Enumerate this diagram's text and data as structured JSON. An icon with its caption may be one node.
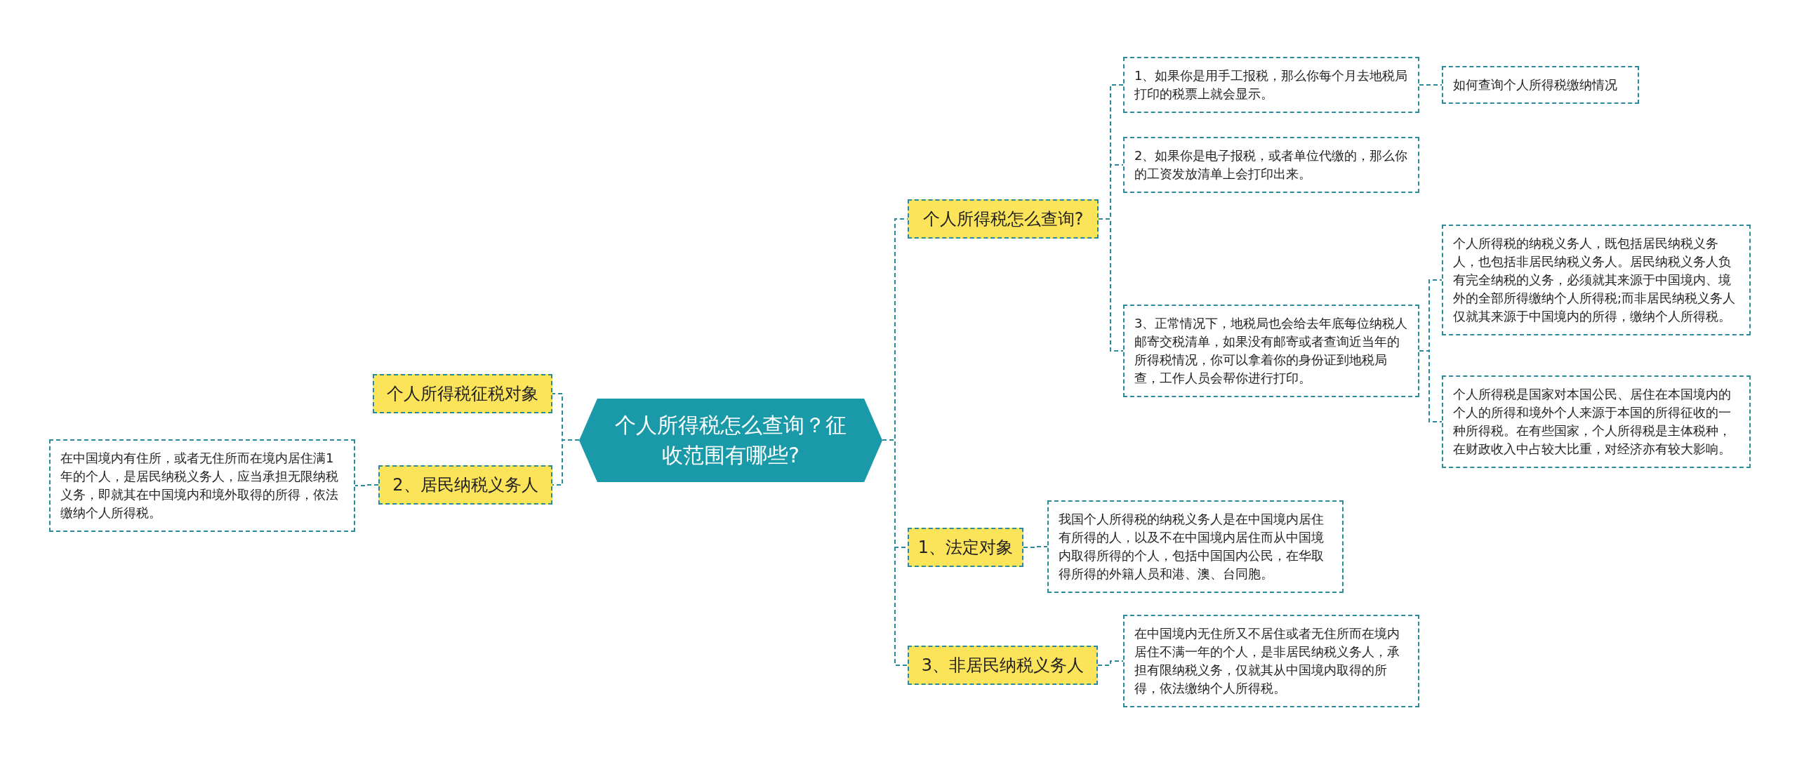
{
  "diagram": {
    "nodes": [
      {
        "text": [
          "个人所得税怎么查询？征收范围有哪些?"
        ]
      },
      {
        "text": [
          "个人所得税征税对象"
        ]
      },
      {
        "text": [
          "2、居民纳税义务人"
        ]
      },
      {
        "text": [
          "在中国境内有住所，或者无住所而在境内居住满1年的个人，是居民纳税义务人，应当承担无限纳税义务，即就其在中国境内和境外取得的所得，依法缴纳个人所得税。"
        ]
      },
      {
        "text": [
          "个人所得税怎么查询?"
        ]
      },
      {
        "text": [
          "1、如果你是用手工报税，那么你每个月去地税局打印的税票上就会显示。"
        ]
      },
      {
        "text": [
          "如何查询个人所得税缴纳情况"
        ]
      },
      {
        "text": [
          "2、如果你是电子报税，或者单位代缴的，那么你的工资发放清单上会打印出来。"
        ]
      },
      {
        "text": [
          "3、正常情况下，地税局也会给去年底每位纳税人邮寄交税清单，如果没有邮寄或者查询近当年的所得税情况，你可以拿着你的身份证到地税局查，工作人员会帮你进行打印。"
        ]
      },
      {
        "text": [
          "个人所得税的纳税义务人，既包括居民纳税义务人，也包括非居民纳税义务人。居民纳税义务人负有完全纳税的义务，必须就其来源于中国境内、境外的全部所得缴纳个人所得税;而非居民纳税义务人仅就其来源于中国境内的所得，缴纳个人所得税。"
        ]
      },
      {
        "text": [
          "个人所得税是国家对本国公民、居住在本国境内的个人的所得和境外个人来源于本国的所得征收的一种所得税。在有些国家，个人所得税是主体税种，在财政收入中占较大比重，对经济亦有较大影响。"
        ]
      },
      {
        "text": [
          "1、法定对象"
        ]
      },
      {
        "text": [
          "我国个人所得税的纳税义务人是在中国境内居住有所得的人，以及不在中国境内居住而从中国境内取得所得的个人，包括中国国内公民，在华取得所得的外籍人员和港、澳、台同胞。"
        ]
      },
      {
        "text": [
          "3、非居民纳税义务人"
        ]
      },
      {
        "text": [
          "在中国境内无住所又不居住或者无住所而在境内居住不满一年的个人，是非居民纳税义务人，承担有限纳税义务，仅就其从中国境内取得的所得，依法缴纳个人所得税。"
        ]
      }
    ],
    "edges": [
      {
        "from": 0,
        "to": 1,
        "arrow": "none"
      },
      {
        "from": 0,
        "to": 2,
        "arrow": "none"
      },
      {
        "from": 2,
        "to": 3,
        "arrow": "none"
      },
      {
        "from": 0,
        "to": 4,
        "arrow": "none"
      },
      {
        "from": 4,
        "to": 5,
        "arrow": "none"
      },
      {
        "from": 5,
        "to": 6,
        "arrow": "none"
      },
      {
        "from": 4,
        "to": 7,
        "arrow": "none"
      },
      {
        "from": 4,
        "to": 8,
        "arrow": "none"
      },
      {
        "from": 8,
        "to": 9,
        "arrow": "none"
      },
      {
        "from": 8,
        "to": 10,
        "arrow": "none"
      },
      {
        "from": 0,
        "to": 11,
        "arrow": "none"
      },
      {
        "from": 11,
        "to": 12,
        "arrow": "none"
      },
      {
        "from": 0,
        "to": 13,
        "arrow": "none"
      },
      {
        "from": 13,
        "to": 14,
        "arrow": "none"
      }
    ]
  }
}
